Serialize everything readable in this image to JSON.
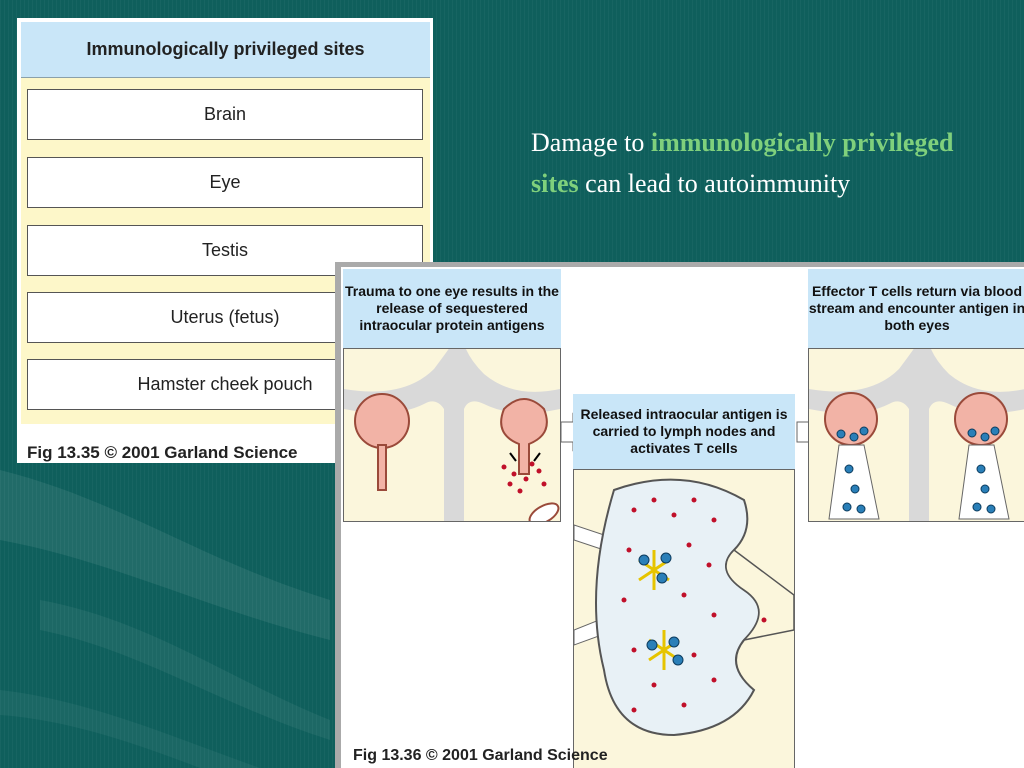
{
  "fig35": {
    "header": "Immunologically privileged sites",
    "sites": [
      "Brain",
      "Eye",
      "Testis",
      "Uterus (fetus)",
      "Hamster cheek pouch"
    ],
    "caption": "Fig 13.35  © 2001 Garland Science"
  },
  "statement": {
    "part1": "Damage to ",
    "highlight": "immunologically privileged sites",
    "part2": " can lead to autoimmunity"
  },
  "fig36": {
    "step1": "Trauma to one eye results in the release of sequestered intraocular protein antigens",
    "step2": "Released intraocular antigen is carried to lymph nodes and activates T cells",
    "step3": "Effector T cells return via blood stream and encounter antigen in both eyes",
    "caption": "Fig 13.36  © 2001 Garland Science"
  },
  "colors": {
    "background": "#0f5f5c",
    "highlight": "#7fd07c",
    "box_blue": "#c9e6f8",
    "box_yellow": "#fdf7c9",
    "eye_pink": "#f2b3a6",
    "antigen_red": "#c0102a",
    "tcell_blue": "#2a7fb8"
  }
}
